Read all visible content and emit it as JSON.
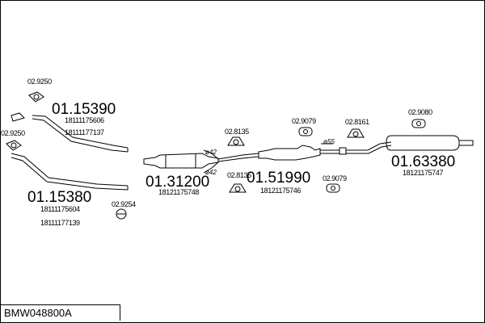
{
  "caption": "BMW048800A",
  "parts": {
    "front_pipe_upper": {
      "number": "01.15390",
      "refs": [
        "18111175606",
        "18111177137"
      ]
    },
    "front_pipe_lower": {
      "number": "01.15380",
      "refs": [
        "18111175604",
        "18111177139"
      ]
    },
    "catalyst": {
      "number": "01.31200",
      "ref": "18121175748"
    },
    "middle_silencer": {
      "number": "01.51990",
      "ref": "18121175746"
    },
    "rear_silencer": {
      "number": "01.63380",
      "ref": "18121175747"
    }
  },
  "accessories": {
    "gasket_upper": "02.9250",
    "gasket_lower": "02.9250",
    "clamp_front": "02.9254",
    "hanger_a": "02.8135",
    "hanger_b": "02.8135",
    "hanger_c": "02.9079",
    "hanger_d": "02.9079",
    "hanger_e": "02.8161",
    "hanger_f": "02.9080"
  },
  "dimensions": {
    "d1": "ø42",
    "d2": "ø42",
    "d3": "ø55"
  }
}
